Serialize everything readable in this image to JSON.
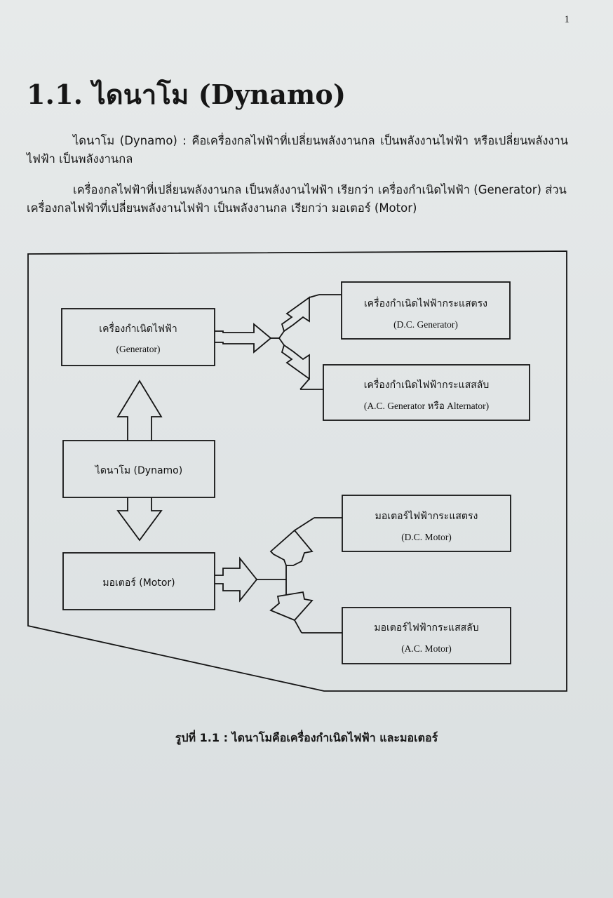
{
  "page_number": "1",
  "heading": "1.1. ไดนาโม (Dynamo)",
  "paragraphs": [
    "ไดนาโม (Dynamo) : คือเครื่องกลไฟฟ้าที่เปลี่ยนพลังงานกล เป็นพลังงานไฟฟ้า หรือเปลี่ยนพลังงานไฟฟ้า เป็นพลังงานกล",
    "เครื่องกลไฟฟ้าที่เปลี่ยนพลังงานกล เป็นพลังงานไฟฟ้า เรียกว่า เครื่องกำเนิดไฟฟ้า (Generator) ส่วนเครื่องกลไฟฟ้าที่เปลี่ยนพลังงานไฟฟ้า เป็นพลังงานกล เรียกว่า มอเตอร์ (Motor)"
  ],
  "diagram": {
    "generator": {
      "label": "เครื่องกำเนิดไฟฟ้า",
      "sub": "(Generator)"
    },
    "dynamo": {
      "label": "ไดนาโม (Dynamo)"
    },
    "motor": {
      "label": "มอเตอร์ (Motor)"
    },
    "dc_generator": {
      "label": "เครื่องกำเนิดไฟฟ้ากระแสตรง",
      "sub": "(D.C. Generator)"
    },
    "ac_generator": {
      "label": "เครื่องกำเนิดไฟฟ้ากระแสสลับ",
      "sub": "(A.C. Generator หรือ Alternator)"
    },
    "dc_motor": {
      "label": "มอเตอร์ไฟฟ้ากระแสตรง",
      "sub": "(D.C. Motor)"
    },
    "ac_motor": {
      "label": "มอเตอร์ไฟฟ้ากระแสสลับ",
      "sub": "(A.C. Motor)"
    }
  },
  "caption": "รูปที่ 1.1 : ไดนาโมคือเครื่องกำเนิดไฟฟ้า และมอเตอร์"
}
